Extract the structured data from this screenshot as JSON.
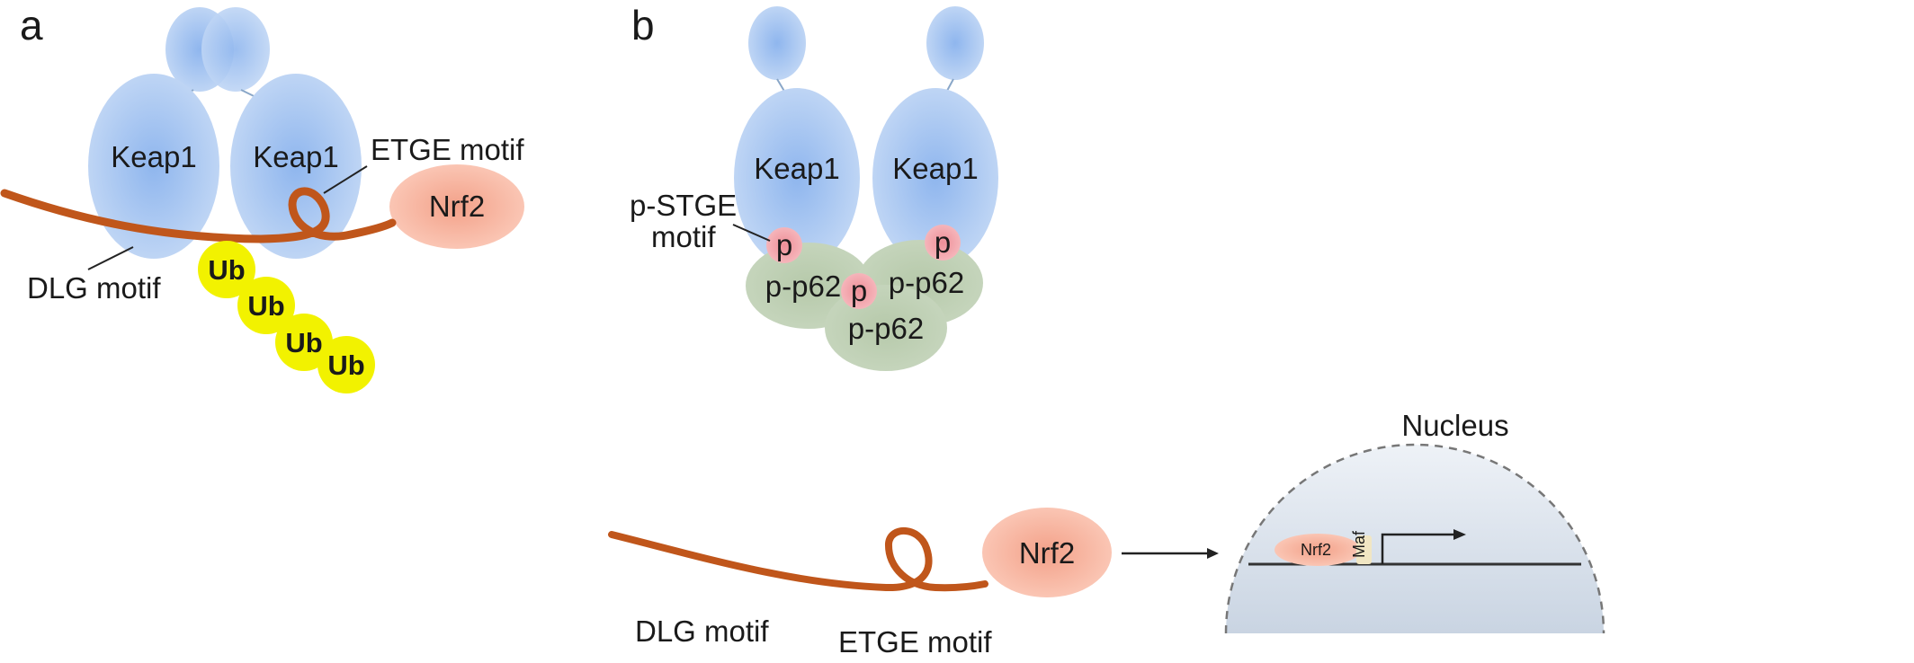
{
  "panels": {
    "a": {
      "label": "a",
      "keap1_left": "Keap1",
      "keap1_right": "Keap1",
      "etge_motif": "ETGE motif",
      "nrf2": "Nrf2",
      "dlg_motif": "DLG motif",
      "ub": [
        "Ub",
        "Ub",
        "Ub",
        "Ub"
      ]
    },
    "b": {
      "label": "b",
      "keap1_left": "Keap1",
      "keap1_right": "Keap1",
      "p_stge_line1": "p-STGE",
      "p_stge_line2": "motif",
      "p_left": "p",
      "p_center": "p",
      "p_right": "p",
      "p62_left": "p-p62",
      "p62_right": "p-p62",
      "p62_bottom": "p-p62",
      "nrf2": "Nrf2",
      "dlg_motif": "DLG motif",
      "etge_motif": "ETGE motif",
      "nucleus": "Nucleus",
      "nucleus_nrf2": "Nrf2",
      "maf": "Maf"
    }
  },
  "colors": {
    "keap1": "#b3cdf2",
    "keap1_center": "#9fc0ee",
    "nrf2": "#f7b5a0",
    "chain": "#c0561b",
    "ub": "#f2f200",
    "p62": "#bfd0b6",
    "phospho": "#f3a3aa",
    "nucleus": "#d5dde8"
  }
}
